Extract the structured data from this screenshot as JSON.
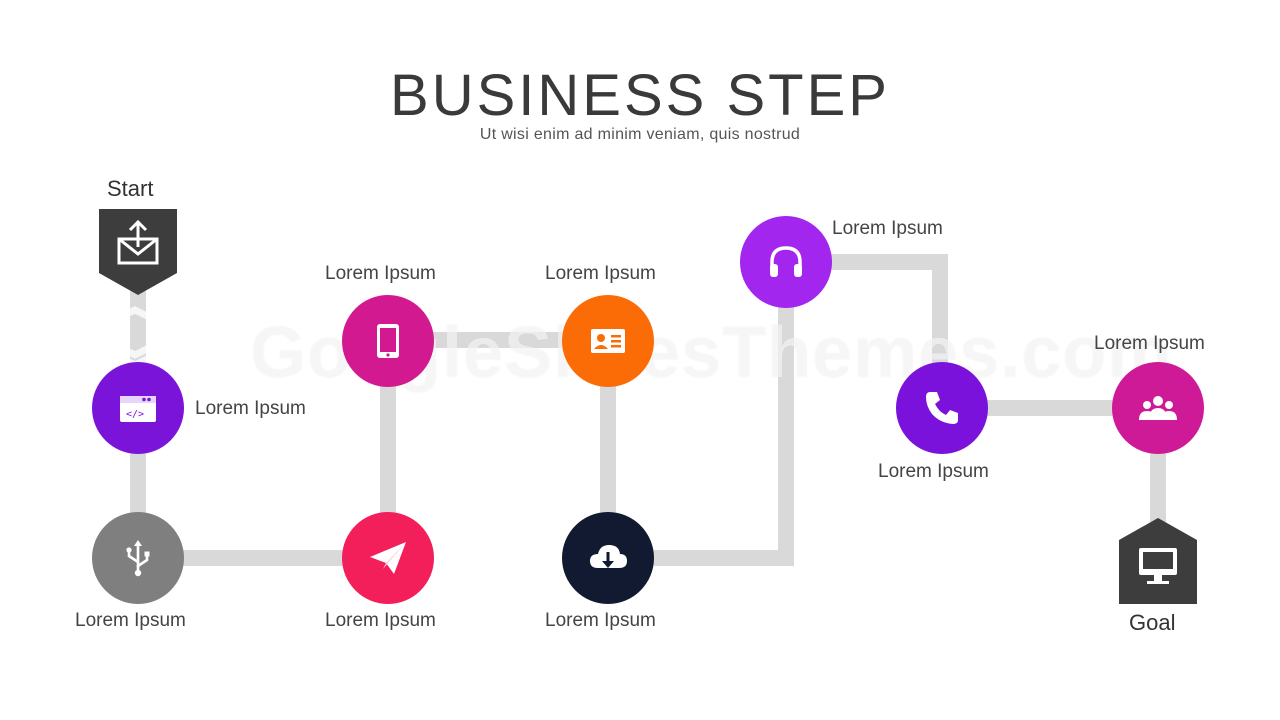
{
  "header": {
    "title": "BUSINESS STEP",
    "subtitle": "Ut wisi enim ad minim veniam, quis nostrud"
  },
  "start": {
    "label": "Start",
    "icon": "mail-upload-icon",
    "color": "#3d3d3d"
  },
  "goal": {
    "label": "Goal",
    "icon": "monitor-icon",
    "color": "#3d3d3d"
  },
  "steps": [
    {
      "label": "Lorem Ipsum",
      "icon": "code-window-icon",
      "color": "#7b14d9"
    },
    {
      "label": "Lorem Ipsum",
      "icon": "usb-icon",
      "color": "#7f7f7f"
    },
    {
      "label": "Lorem Ipsum",
      "icon": "paper-plane-icon",
      "color": "#f21f5b"
    },
    {
      "label": "Lorem Ipsum",
      "icon": "tablet-icon",
      "color": "#d3198f"
    },
    {
      "label": "Lorem Ipsum",
      "icon": "id-card-icon",
      "color": "#fb6b06"
    },
    {
      "label": "Lorem Ipsum",
      "icon": "cloud-download-icon",
      "color": "#111a30"
    },
    {
      "label": "Lorem Ipsum",
      "icon": "headphones-icon",
      "color": "#a326ef"
    },
    {
      "label": "Lorem Ipsum",
      "icon": "phone-icon",
      "color": "#7a12dc"
    },
    {
      "label": "Lorem Ipsum",
      "icon": "group-icon",
      "color": "#cf1a98"
    }
  ],
  "watermark": {
    "text": "GoogleSlidesThemes.com"
  },
  "connector_color": "#d9d9d9"
}
